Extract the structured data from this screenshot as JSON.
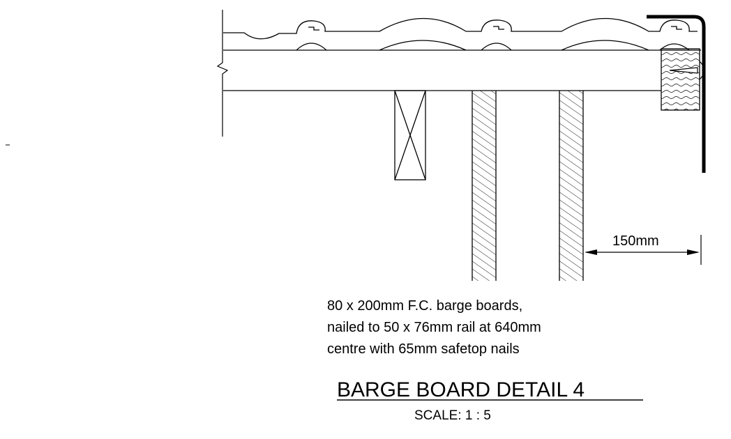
{
  "drawing": {
    "title": "BARGE BOARD DETAIL 4",
    "scale": "SCALE: 1 : 5",
    "dimension": "150mm",
    "note_lines": [
      "80 x 200mm F.C. barge boards,",
      "nailed to 50 x 76mm rail at 640mm",
      "centre with 65mm safetop nails"
    ]
  }
}
